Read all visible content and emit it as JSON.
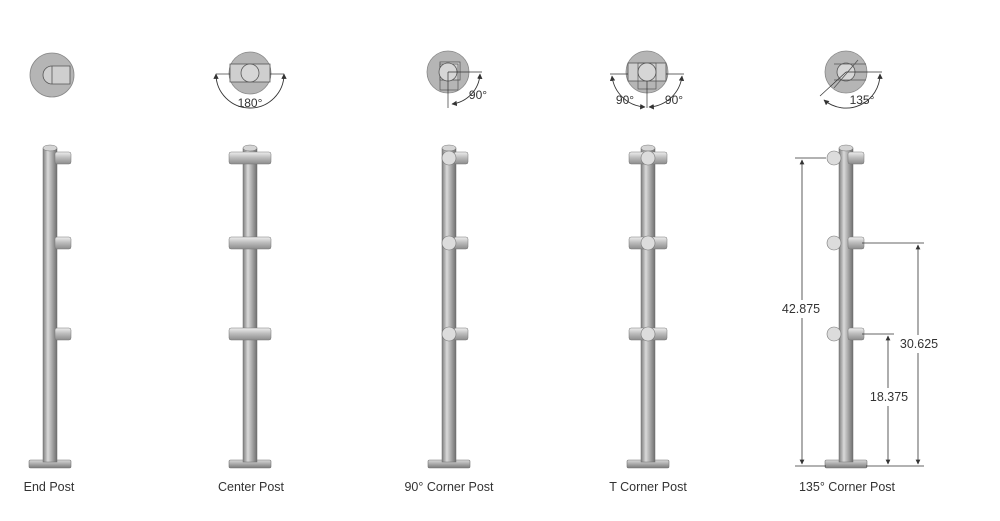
{
  "posts": [
    {
      "label": "End Post"
    },
    {
      "label": "Center Post"
    },
    {
      "label": "90° Corner Post"
    },
    {
      "label": "T Corner Post"
    },
    {
      "label": "135° Corner Post"
    }
  ],
  "angle_labels": {
    "center": "180°",
    "corner90": "90°",
    "t_left": "90°",
    "t_right": "90°",
    "corner135": "135°"
  },
  "dimensions": {
    "total_height": "42.875",
    "upper_fitting": "30.625",
    "lower_fitting": "18.375"
  },
  "colors": {
    "metal_light": "#c8c8c8",
    "metal_dark": "#8a8a8a",
    "disc": "#b5b5b5",
    "line": "#333333"
  }
}
